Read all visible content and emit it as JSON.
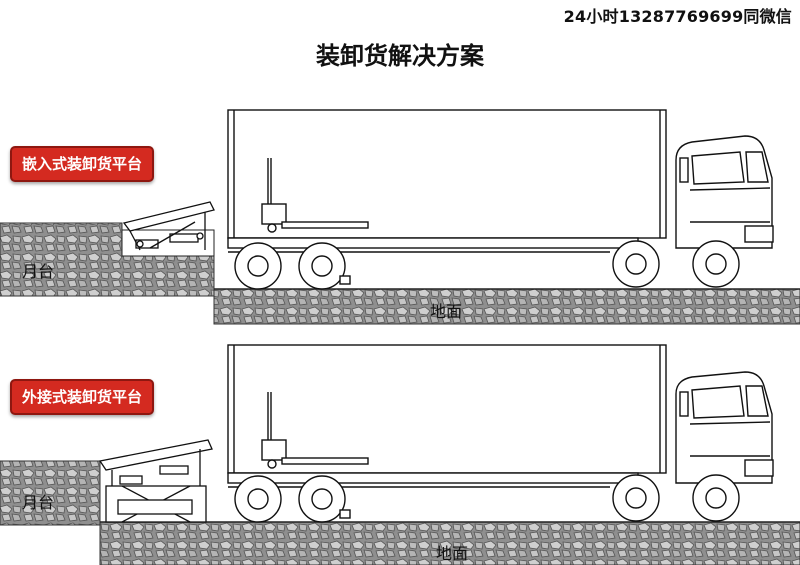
{
  "contact_text": "24小时13287769699同微信",
  "title": "装卸货解决方案",
  "panels": [
    {
      "label": "嵌入式装卸货平台",
      "dock_label": "月台",
      "ground_label": "地面"
    },
    {
      "label": "外接式装卸货平台",
      "dock_label": "月台",
      "ground_label": "地面"
    }
  ],
  "colors": {
    "label_red": "#d42a20",
    "stone": "#9a9a9a",
    "line": "#1a1a1a"
  }
}
